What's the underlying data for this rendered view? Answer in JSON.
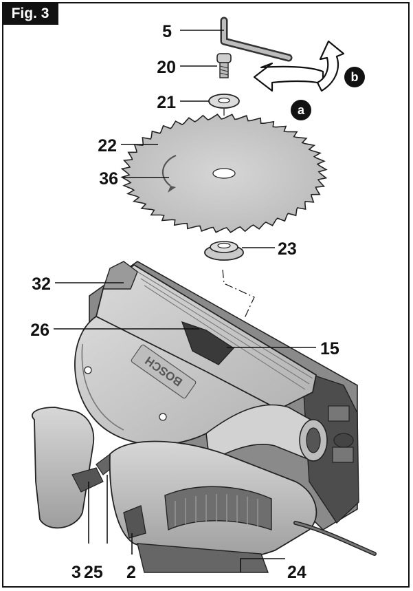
{
  "figure_tag": "Fig. 3",
  "brand_text": "BOSCH",
  "callouts": {
    "c5": "5",
    "c20": "20",
    "c21": "21",
    "c22": "22",
    "c36": "36",
    "c23": "23",
    "c32": "32",
    "c26": "26",
    "c15": "15",
    "c3": "3",
    "c25": "25",
    "c2": "2",
    "c24": "24"
  },
  "rotation_badges": {
    "a": "a",
    "b": "b"
  },
  "colors": {
    "ink": "#111111",
    "part_fill": "#e6e6e6",
    "shadow": "#bdbdbd",
    "dark": "#6a6a6a",
    "arrow_fill": "#ffffff"
  },
  "icons": [
    "allen-key-icon",
    "screw-icon",
    "washer-icon",
    "saw-blade-icon",
    "flange-icon",
    "circular-saw-icon",
    "rotation-arrow-icon"
  ]
}
